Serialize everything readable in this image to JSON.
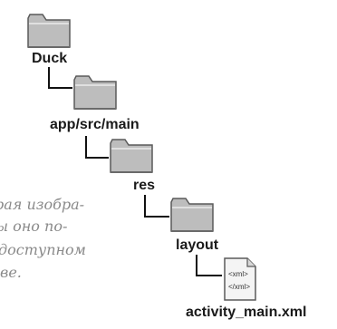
{
  "tree": {
    "nodes": [
      {
        "label": "Duck",
        "icon": "folder-icon"
      },
      {
        "label": "app/src/main",
        "icon": "folder-icon"
      },
      {
        "label": "res",
        "icon": "folder-icon"
      },
      {
        "label": "layout",
        "icon": "folder-icon"
      },
      {
        "label": "activity_main.xml",
        "icon": "xml-file-icon",
        "file_tags": [
          "<xml>",
          "</xml>"
        ]
      }
    ]
  },
  "note": {
    "lines": [
      "рая изобра-",
      "ы оно по-",
      "доступном",
      "ве."
    ]
  },
  "colors": {
    "folder_fill": "#bdbdbd",
    "folder_stroke": "#5a5a5a",
    "connector": "#111111",
    "note_text": "#8a8a8a",
    "label_text": "#1a1a1a"
  }
}
